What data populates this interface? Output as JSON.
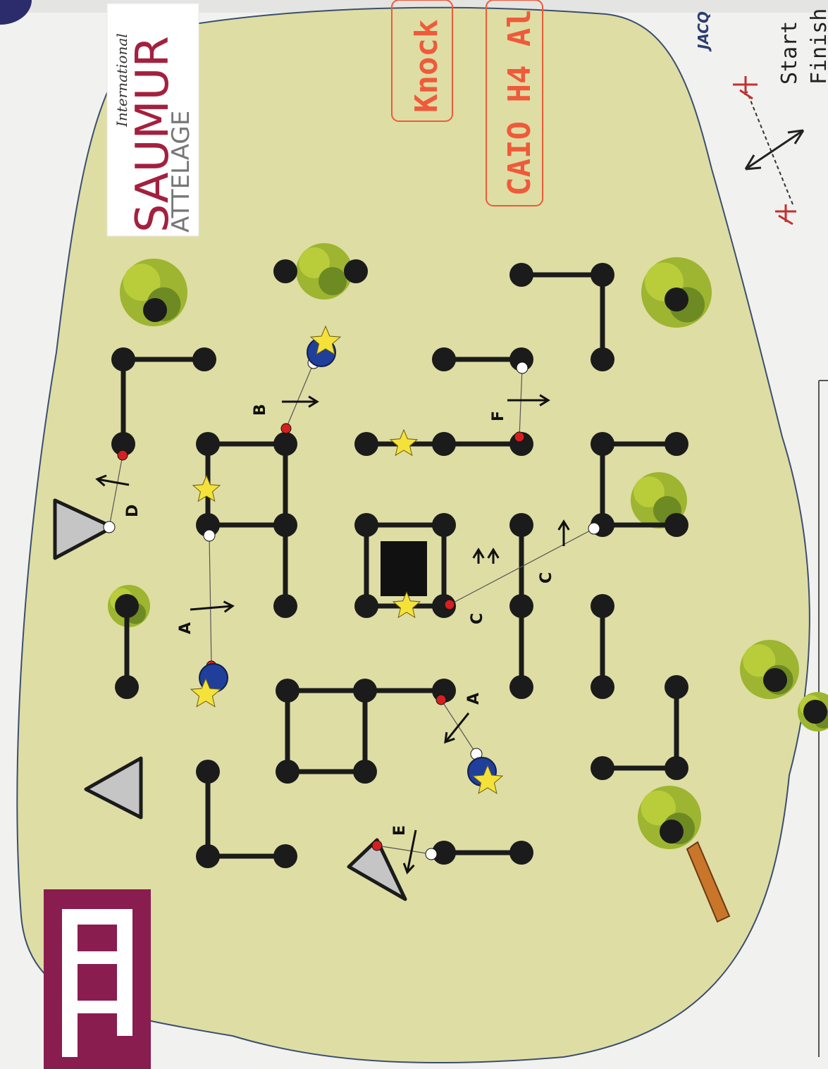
{
  "title_boxes": {
    "knock": "Knock d",
    "caio": "CAIO H4 Al"
  },
  "sponsor": {
    "international": "International",
    "saumur": "SAUMUR",
    "attelage": "ATTELAGE"
  },
  "partial_text": "JACQ",
  "start_label": "Start",
  "finish_label": "Finish",
  "gate_letters": {
    "a1": "A",
    "a2": "A",
    "b": "B",
    "c1": "C",
    "c2": "C",
    "d": "D",
    "e": "E",
    "f": "F"
  },
  "colors": {
    "ground": "#dedda4",
    "obstacle": "#1b1b1b",
    "red_flag": "#d42020",
    "blue_ball": "#1f3f9a",
    "star": "#f4e23a",
    "title_text": "#ef5a3a",
    "fei_brand": "#8a1d4f",
    "saumur_red": "#a3203f",
    "saumur_blue": "#2a57a8"
  }
}
